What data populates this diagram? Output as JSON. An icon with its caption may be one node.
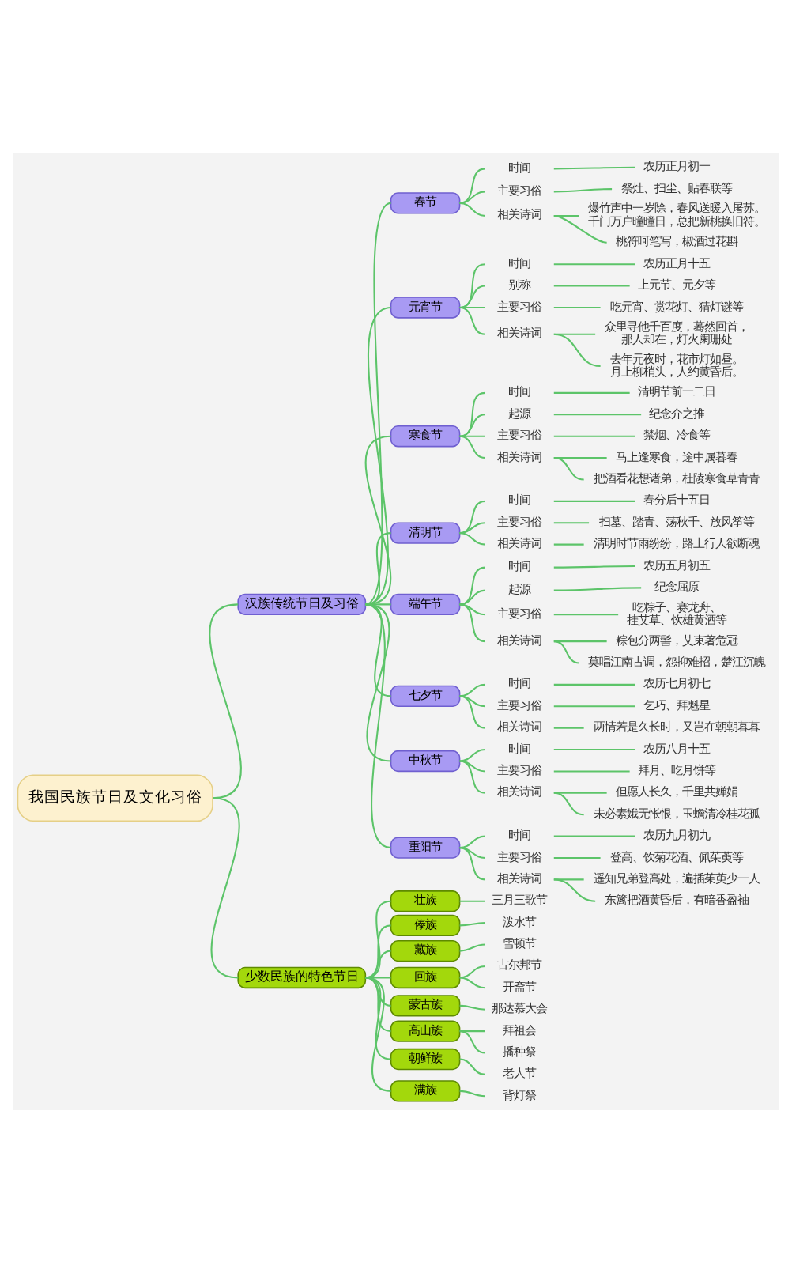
{
  "diagram": {
    "nodes": [
      {
        "text": [
          "我国民族节日及文化习俗"
        ]
      },
      {
        "text": [
          "汉族传统节日及习俗"
        ]
      },
      {
        "text": [
          "春节"
        ]
      },
      {
        "text": [
          "时间"
        ]
      },
      {
        "text": [
          "农历正月初一"
        ]
      },
      {
        "text": [
          "主要习俗"
        ]
      },
      {
        "text": [
          "祭灶、扫尘、贴春联等"
        ]
      },
      {
        "text": [
          "相关诗词"
        ]
      },
      {
        "text": [
          "爆竹声中一岁除，春风送暖入屠苏。千门万户曈曈日，总把新桃换旧符。"
        ]
      },
      {
        "text": [
          "桃符呵笔写，椒酒过花斟"
        ]
      },
      {
        "text": [
          "元宵节"
        ]
      },
      {
        "text": [
          "时间"
        ]
      },
      {
        "text": [
          "农历正月十五"
        ]
      },
      {
        "text": [
          "别称"
        ]
      },
      {
        "text": [
          "上元节、元夕等"
        ]
      },
      {
        "text": [
          "主要习俗"
        ]
      },
      {
        "text": [
          "吃元宵、赏花灯、猜灯谜等"
        ]
      },
      {
        "text": [
          "相关诗词"
        ]
      },
      {
        "text": [
          "众里寻他千百度，蓦然回首，那人却在，灯火阑珊处"
        ]
      },
      {
        "text": [
          "去年元夜时，花市灯如昼。月上柳梢头，人约黄昏后。"
        ]
      },
      {
        "text": [
          "寒食节"
        ]
      },
      {
        "text": [
          "时间"
        ]
      },
      {
        "text": [
          "清明节前一二日"
        ]
      },
      {
        "text": [
          "起源"
        ]
      },
      {
        "text": [
          "纪念介之推"
        ]
      },
      {
        "text": [
          "主要习俗"
        ]
      },
      {
        "text": [
          "禁烟、冷食等"
        ]
      },
      {
        "text": [
          "相关诗词"
        ]
      },
      {
        "text": [
          "马上逢寒食，途中属暮春"
        ]
      },
      {
        "text": [
          "把酒看花想诸弟，杜陵寒食草青青"
        ]
      },
      {
        "text": [
          "清明节"
        ]
      },
      {
        "text": [
          "时间"
        ]
      },
      {
        "text": [
          "春分后十五日"
        ]
      },
      {
        "text": [
          "主要习俗"
        ]
      },
      {
        "text": [
          "扫墓、踏青、荡秋千、放风筝等"
        ]
      },
      {
        "text": [
          "相关诗词"
        ]
      },
      {
        "text": [
          "清明时节雨纷纷，路上行人欲断魂"
        ]
      },
      {
        "text": [
          "端午节"
        ]
      },
      {
        "text": [
          "时间"
        ]
      },
      {
        "text": [
          "农历五月初五"
        ]
      },
      {
        "text": [
          "起源"
        ]
      },
      {
        "text": [
          "纪念屈原"
        ]
      },
      {
        "text": [
          "主要习俗"
        ]
      },
      {
        "text": [
          "吃粽子、赛龙舟、挂艾草、饮雄黄酒等"
        ]
      },
      {
        "text": [
          "相关诗词"
        ]
      },
      {
        "text": [
          "粽包分两髻，艾束著危冠"
        ]
      },
      {
        "text": [
          "莫唱江南古调，怨抑难招，楚江沉魄"
        ]
      },
      {
        "text": [
          "七夕节"
        ]
      },
      {
        "text": [
          "时间"
        ]
      },
      {
        "text": [
          "农历七月初七"
        ]
      },
      {
        "text": [
          "主要习俗"
        ]
      },
      {
        "text": [
          "乞巧、拜魁星"
        ]
      },
      {
        "text": [
          "相关诗词"
        ]
      },
      {
        "text": [
          "两情若是久长时，又岂在朝朝暮暮"
        ]
      },
      {
        "text": [
          "中秋节"
        ]
      },
      {
        "text": [
          "时间"
        ]
      },
      {
        "text": [
          "农历八月十五"
        ]
      },
      {
        "text": [
          "主要习俗"
        ]
      },
      {
        "text": [
          "拜月、吃月饼等"
        ]
      },
      {
        "text": [
          "相关诗词"
        ]
      },
      {
        "text": [
          "但愿人长久，千里共婵娟"
        ]
      },
      {
        "text": [
          "未必素娥无怅恨，玉蟾清冷桂花孤"
        ]
      },
      {
        "text": [
          "重阳节"
        ]
      },
      {
        "text": [
          "时间"
        ]
      },
      {
        "text": [
          "农历九月初九"
        ]
      },
      {
        "text": [
          "主要习俗"
        ]
      },
      {
        "text": [
          "登高、饮菊花酒、佩茱萸等"
        ]
      },
      {
        "text": [
          "相关诗词"
        ]
      },
      {
        "text": [
          "遥知兄弟登高处，遍插茱萸少一人"
        ]
      },
      {
        "text": [
          "东篱把酒黄昏后，有暗香盈袖"
        ]
      },
      {
        "text": [
          "少数民族的特色节日"
        ]
      },
      {
        "text": [
          "壮族"
        ]
      },
      {
        "text": [
          "三月三歌节"
        ]
      },
      {
        "text": [
          "傣族"
        ]
      },
      {
        "text": [
          "泼水节"
        ]
      },
      {
        "text": [
          "藏族"
        ]
      },
      {
        "text": [
          "雪顿节"
        ]
      },
      {
        "text": [
          "回族"
        ]
      },
      {
        "text": [
          "古尔邦节"
        ]
      },
      {
        "text": [
          "开斋节"
        ]
      },
      {
        "text": [
          "蒙古族"
        ]
      },
      {
        "text": [
          "那达慕大会"
        ]
      },
      {
        "text": [
          "高山族"
        ]
      },
      {
        "text": [
          "拜祖会"
        ]
      },
      {
        "text": [
          "播种祭"
        ]
      },
      {
        "text": [
          "朝鲜族"
        ]
      },
      {
        "text": [
          "老人节"
        ]
      },
      {
        "text": [
          "满族"
        ]
      },
      {
        "text": [
          "背灯祭"
        ]
      }
    ],
    "edges": [
      {
        "from": 0,
        "to": 1,
        "arrow": "none"
      },
      {
        "from": 1,
        "to": 2,
        "arrow": "none"
      },
      {
        "from": 2,
        "to": 3,
        "arrow": "none"
      },
      {
        "from": 3,
        "to": 4,
        "arrow": "none"
      },
      {
        "from": 2,
        "to": 5,
        "arrow": "none"
      },
      {
        "from": 5,
        "to": 6,
        "arrow": "none"
      },
      {
        "from": 2,
        "to": 7,
        "arrow": "none"
      },
      {
        "from": 7,
        "to": 8,
        "arrow": "none"
      },
      {
        "from": 7,
        "to": 9,
        "arrow": "none"
      },
      {
        "from": 1,
        "to": 10,
        "arrow": "none"
      },
      {
        "from": 10,
        "to": 11,
        "arrow": "none"
      },
      {
        "from": 11,
        "to": 12,
        "arrow": "none"
      },
      {
        "from": 10,
        "to": 13,
        "arrow": "none"
      },
      {
        "from": 13,
        "to": 14,
        "arrow": "none"
      },
      {
        "from": 10,
        "to": 15,
        "arrow": "none"
      },
      {
        "from": 15,
        "to": 16,
        "arrow": "none"
      },
      {
        "from": 10,
        "to": 17,
        "arrow": "none"
      },
      {
        "from": 17,
        "to": 18,
        "arrow": "none"
      },
      {
        "from": 17,
        "to": 19,
        "arrow": "none"
      },
      {
        "from": 1,
        "to": 20,
        "arrow": "none"
      },
      {
        "from": 20,
        "to": 21,
        "arrow": "none"
      },
      {
        "from": 21,
        "to": 22,
        "arrow": "none"
      },
      {
        "from": 20,
        "to": 23,
        "arrow": "none"
      },
      {
        "from": 23,
        "to": 24,
        "arrow": "none"
      },
      {
        "from": 20,
        "to": 25,
        "arrow": "none"
      },
      {
        "from": 25,
        "to": 26,
        "arrow": "none"
      },
      {
        "from": 20,
        "to": 27,
        "arrow": "none"
      },
      {
        "from": 27,
        "to": 28,
        "arrow": "none"
      },
      {
        "from": 27,
        "to": 29,
        "arrow": "none"
      },
      {
        "from": 1,
        "to": 30,
        "arrow": "none"
      },
      {
        "from": 30,
        "to": 31,
        "arrow": "none"
      },
      {
        "from": 31,
        "to": 32,
        "arrow": "none"
      },
      {
        "from": 30,
        "to": 33,
        "arrow": "none"
      },
      {
        "from": 33,
        "to": 34,
        "arrow": "none"
      },
      {
        "from": 30,
        "to": 35,
        "arrow": "none"
      },
      {
        "from": 35,
        "to": 36,
        "arrow": "none"
      },
      {
        "from": 1,
        "to": 37,
        "arrow": "none"
      },
      {
        "from": 37,
        "to": 38,
        "arrow": "none"
      },
      {
        "from": 38,
        "to": 39,
        "arrow": "none"
      },
      {
        "from": 37,
        "to": 40,
        "arrow": "none"
      },
      {
        "from": 40,
        "to": 41,
        "arrow": "none"
      },
      {
        "from": 37,
        "to": 42,
        "arrow": "none"
      },
      {
        "from": 42,
        "to": 43,
        "arrow": "none"
      },
      {
        "from": 37,
        "to": 44,
        "arrow": "none"
      },
      {
        "from": 44,
        "to": 45,
        "arrow": "none"
      },
      {
        "from": 44,
        "to": 46,
        "arrow": "none"
      },
      {
        "from": 1,
        "to": 47,
        "arrow": "none"
      },
      {
        "from": 47,
        "to": 48,
        "arrow": "none"
      },
      {
        "from": 48,
        "to": 49,
        "arrow": "none"
      },
      {
        "from": 47,
        "to": 50,
        "arrow": "none"
      },
      {
        "from": 50,
        "to": 51,
        "arrow": "none"
      },
      {
        "from": 47,
        "to": 52,
        "arrow": "none"
      },
      {
        "from": 52,
        "to": 53,
        "arrow": "none"
      },
      {
        "from": 1,
        "to": 54,
        "arrow": "none"
      },
      {
        "from": 54,
        "to": 55,
        "arrow": "none"
      },
      {
        "from": 55,
        "to": 56,
        "arrow": "none"
      },
      {
        "from": 54,
        "to": 57,
        "arrow": "none"
      },
      {
        "from": 57,
        "to": 58,
        "arrow": "none"
      },
      {
        "from": 54,
        "to": 59,
        "arrow": "none"
      },
      {
        "from": 59,
        "to": 60,
        "arrow": "none"
      },
      {
        "from": 59,
        "to": 61,
        "arrow": "none"
      },
      {
        "from": 1,
        "to": 62,
        "arrow": "none"
      },
      {
        "from": 62,
        "to": 63,
        "arrow": "none"
      },
      {
        "from": 63,
        "to": 64,
        "arrow": "none"
      },
      {
        "from": 62,
        "to": 65,
        "arrow": "none"
      },
      {
        "from": 65,
        "to": 66,
        "arrow": "none"
      },
      {
        "from": 62,
        "to": 67,
        "arrow": "none"
      },
      {
        "from": 67,
        "to": 68,
        "arrow": "none"
      },
      {
        "from": 67,
        "to": 69,
        "arrow": "none"
      },
      {
        "from": 0,
        "to": 70,
        "arrow": "none"
      },
      {
        "from": 70,
        "to": 71,
        "arrow": "none"
      },
      {
        "from": 71,
        "to": 72,
        "arrow": "none"
      },
      {
        "from": 70,
        "to": 73,
        "arrow": "none"
      },
      {
        "from": 73,
        "to": 74,
        "arrow": "none"
      },
      {
        "from": 70,
        "to": 75,
        "arrow": "none"
      },
      {
        "from": 75,
        "to": 76,
        "arrow": "none"
      },
      {
        "from": 70,
        "to": 77,
        "arrow": "none"
      },
      {
        "from": 77,
        "to": 78,
        "arrow": "none"
      },
      {
        "from": 77,
        "to": 79,
        "arrow": "none"
      },
      {
        "from": 70,
        "to": 80,
        "arrow": "none"
      },
      {
        "from": 80,
        "to": 81,
        "arrow": "none"
      },
      {
        "from": 70,
        "to": 82,
        "arrow": "none"
      },
      {
        "from": 82,
        "to": 83,
        "arrow": "none"
      },
      {
        "from": 82,
        "to": 84,
        "arrow": "none"
      },
      {
        "from": 70,
        "to": 85,
        "arrow": "none"
      },
      {
        "from": 85,
        "to": 86,
        "arrow": "none"
      },
      {
        "from": 70,
        "to": 87,
        "arrow": "none"
      },
      {
        "from": 87,
        "to": 88,
        "arrow": "none"
      }
    ]
  }
}
